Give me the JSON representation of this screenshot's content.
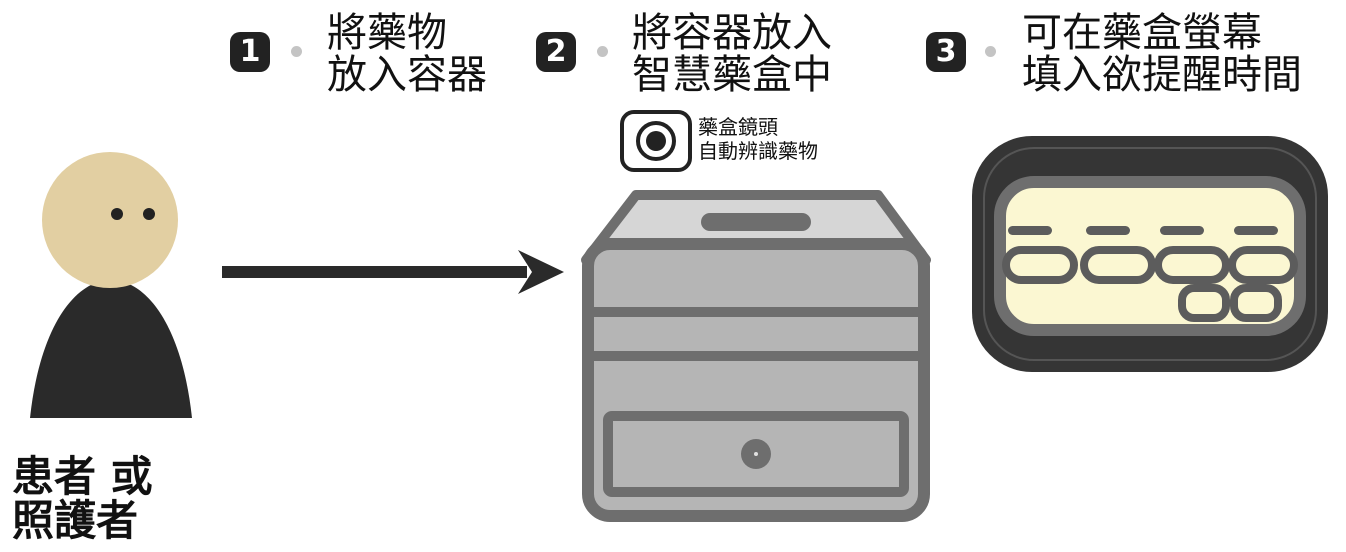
{
  "steps": [
    {
      "number": "1",
      "line1": "將藥物",
      "line2": "放入容器"
    },
    {
      "number": "2",
      "line1": "將容器放入",
      "line2": "智慧藥盒中"
    },
    {
      "number": "3",
      "line1": "可在藥盒螢幕",
      "line2": "填入欲提醒時間"
    }
  ],
  "camera": {
    "line1": "藥盒鏡頭",
    "line2": "自動辨識藥物"
  },
  "person": {
    "line1": "患者 或",
    "line2": "照護者"
  },
  "colors": {
    "skin": "#e2cfa2",
    "dark": "#2a2a2a",
    "box_outline": "#6e6e6e",
    "box_fill": "#b5b5b5",
    "screen": "#fbf7d2"
  }
}
